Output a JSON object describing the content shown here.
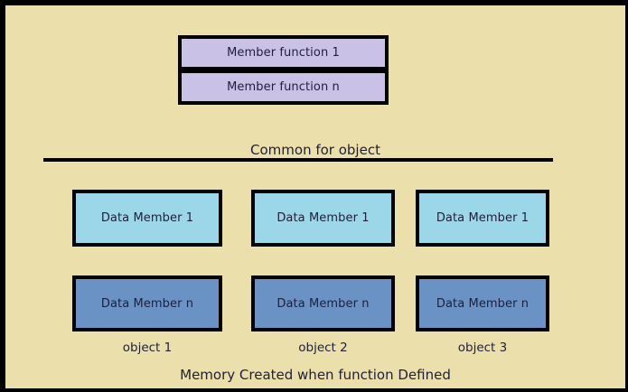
{
  "diagram": {
    "title_text": "Memory Created when function Defined",
    "section_label": "Common for object",
    "colors": {
      "background": "#ebe0ab",
      "border": "#000000",
      "member_function_fill": "#c9c2e6",
      "data_member_1_fill": "#9bd7e8",
      "data_member_n_fill": "#6b92c4",
      "text": "#1f1f3a"
    },
    "member_functions": [
      {
        "label": "Member function 1"
      },
      {
        "label": "Member function n"
      }
    ],
    "objects": [
      {
        "name": "object 1",
        "members": [
          {
            "label": "Data Member 1"
          },
          {
            "label": "Data Member n"
          }
        ]
      },
      {
        "name": "object 2",
        "members": [
          {
            "label": "Data Member 1"
          },
          {
            "label": "Data Member n"
          }
        ]
      },
      {
        "name": "object 3",
        "members": [
          {
            "label": "Data Member 1"
          },
          {
            "label": "Data Member n"
          }
        ]
      }
    ]
  }
}
